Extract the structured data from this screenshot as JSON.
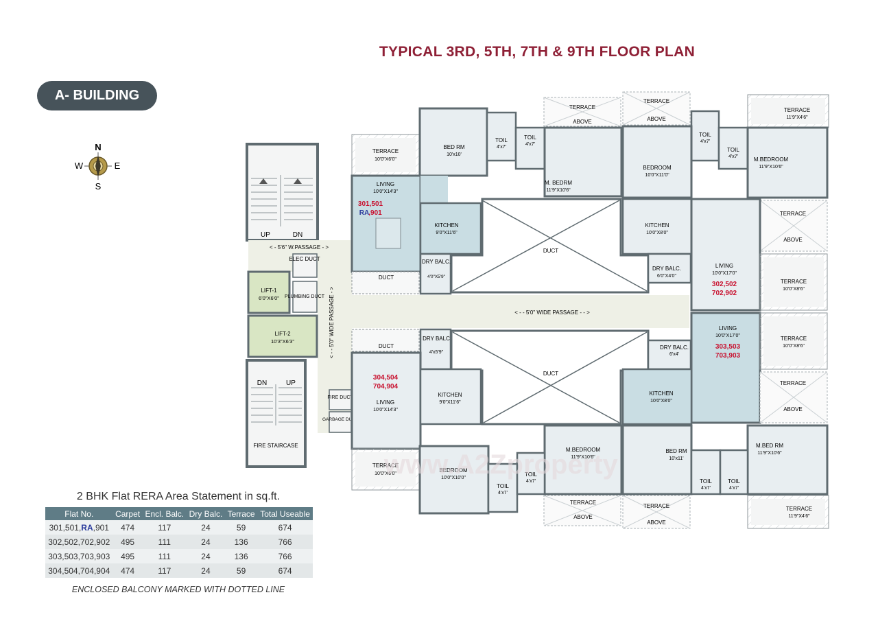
{
  "title": "TYPICAL 3RD, 5TH, 7TH & 9TH FLOOR PLAN",
  "building": "A- BUILDING",
  "compass": {
    "n": "N",
    "s": "S",
    "e": "E",
    "w": "W"
  },
  "colors": {
    "title": "#8e1f35",
    "unit_label": "#c8102e",
    "wall": "#5f6b70",
    "room_fill": "#e8eef1",
    "living_fill": "#c9dde3",
    "lift_fill": "#d9e6c4",
    "passage_fill": "#eef0e6"
  },
  "core": {
    "stair1": {
      "up": "UP",
      "dn": "DN"
    },
    "w_passage": "< - 5'6\" W.PASSAGE - >",
    "elec_duct": "ELEC DUCT",
    "lift1": {
      "name": "LIFT-1",
      "dim": "6'0\"X6'0\""
    },
    "plumbing_duct": "PLUMBING DUCT",
    "lift2": {
      "name": "LIFT-2",
      "dim": "10'3\"X6'3\""
    },
    "wide_passage_v": "< - - 5'0\" WIDE PASSAGE - >",
    "wide_passage_h": "< - - 5'0\" WIDE PASSAGE - - >",
    "stair2": {
      "dn": "DN",
      "up": "UP"
    },
    "fire_staircase": "FIRE STAIRCASE",
    "fire_duct": "FIRE DUCT",
    "garbage_duct": "GARBAGE DUCT"
  },
  "units": {
    "u301": {
      "label_a": "301,501",
      "label_ra": "RA",
      "label_b": ",901"
    },
    "u302": {
      "label_a": "302,502",
      "label_b": "702,902"
    },
    "u303": {
      "label_a": "303,503",
      "label_b": "703,903"
    },
    "u304": {
      "label_a": "304,504",
      "label_b": "704,904"
    }
  },
  "rooms": {
    "terrace_nw": {
      "name": "TERRACE",
      "dim": "10'0\"X6'0\""
    },
    "bedrm_301": {
      "name": "BED RM",
      "dim": "10'x10'"
    },
    "toil_301a": {
      "name": "TOIL",
      "dim": "4'x7'"
    },
    "toil_301b": {
      "name": "TOIL",
      "dim": "4'x7'"
    },
    "terrace_above_1": {
      "name": "TERRACE",
      "sub": "ABOVE"
    },
    "terrace_above_2": {
      "name": "TERRACE",
      "sub": "ABOVE"
    },
    "toil_302a": {
      "name": "TOIL",
      "dim": "4'x7'"
    },
    "toil_302b": {
      "name": "TOIL",
      "dim": "4'x7'"
    },
    "terrace_ne": {
      "name": "TERRACE",
      "dim": "11'9\"X4'6\""
    },
    "living_301": {
      "name": "LIVING",
      "dim": "10'0\"X14'3\""
    },
    "mbedrm_301": {
      "name": "M. BEDRM",
      "dim": "11'9\"X10'6\""
    },
    "bedroom_302": {
      "name": "BEDROOM",
      "dim": "10'0\"X11'0\""
    },
    "mbedroom_302": {
      "name": "M.BEDROOM",
      "dim": "11'9\"X10'6\""
    },
    "kitchen_301": {
      "name": "KITCHEN",
      "dim": "9'0\"X11'6\""
    },
    "kitchen_302": {
      "name": "KITCHEN",
      "dim": "10'0\"X8'0\""
    },
    "terrace_above_3": {
      "name": "TERRACE",
      "sub": "ABOVE"
    },
    "duct_n": {
      "name": "DUCT"
    },
    "drybalc_301": {
      "name": "DRY BALC.",
      "dim": "4'0\"X5'9\""
    },
    "drybalc_302": {
      "name": "DRY BALC.",
      "dim": "6'0\"X4'0\""
    },
    "living_302": {
      "name": "LIVING",
      "dim": "10'0\"X17'0\""
    },
    "terrace_e1": {
      "name": "TERRACE",
      "dim": "10'0\"X8'6\""
    },
    "duct_301": {
      "name": "DUCT"
    },
    "living_303": {
      "name": "LIVING",
      "dim": "10'0\"X17'0\""
    },
    "duct_304": {
      "name": "DUCT"
    },
    "drybalc_304": {
      "name": "DRY BALC",
      "dim": "4'x5'9\""
    },
    "drybalc_303": {
      "name": "DRY BALC.",
      "dim": "6'x4'"
    },
    "terrace_e2": {
      "name": "TERRACE",
      "dim": "10'0\"X8'6\""
    },
    "duct_s": {
      "name": "DUCT"
    },
    "living_304": {
      "name": "LIVING",
      "dim": "10'0\"X14'3\""
    },
    "kitchen_304": {
      "name": "KITCHEN",
      "dim": "9'0\"X11'6\""
    },
    "kitchen_303": {
      "name": "KITCHEN",
      "dim": "10'0\"X8'0\""
    },
    "terrace_above_4": {
      "name": "TERRACE",
      "sub": "ABOVE"
    },
    "mbedroom_304": {
      "name": "M.BEDROOM",
      "dim": "11'9\"X10'6\""
    },
    "bedrm_303": {
      "name": "BED RM",
      "dim": "10'x11'"
    },
    "mbedrm_303": {
      "name": "M.BED RM",
      "dim": "11'9\"X10'6\""
    },
    "terrace_sw": {
      "name": "TERRACE",
      "dim": "10'0\"X6'0\""
    },
    "bedroom_304": {
      "name": "BEDROOM",
      "dim": "10'0\"X10'0\""
    },
    "toil_304a": {
      "name": "TOIL",
      "dim": "4'x7'"
    },
    "toil_304b": {
      "name": "TOIL",
      "dim": "4'x7'"
    },
    "toil_303a": {
      "name": "TOIL",
      "dim": "4'x7'"
    },
    "toil_303b": {
      "name": "TOIL",
      "dim": "4'x7'"
    },
    "terrace_above_5": {
      "name": "TERRACE",
      "sub": "ABOVE"
    },
    "terrace_above_6": {
      "name": "TERRACE",
      "sub": "ABOVE"
    },
    "terrace_se": {
      "name": "TERRACE",
      "dim": "11'9\"X4'6\""
    }
  },
  "rera": {
    "title": "2 BHK Flat RERA Area Statement in sq.ft.",
    "headers": [
      "Flat No.",
      "Carpet",
      "Encl. Balc.",
      "Dry Balc.",
      "Terrace",
      "Total Useable"
    ],
    "rows": [
      {
        "flat_a": "301,501,",
        "flat_ra": "RA",
        "flat_b": ",901",
        "carpet": "474",
        "encl": "117",
        "dry": "24",
        "terrace": "59",
        "total": "674"
      },
      {
        "flat_a": "302,502,702,902",
        "flat_ra": "",
        "flat_b": "",
        "carpet": "495",
        "encl": "111",
        "dry": "24",
        "terrace": "136",
        "total": "766"
      },
      {
        "flat_a": "303,503,703,903",
        "flat_ra": "",
        "flat_b": "",
        "carpet": "495",
        "encl": "111",
        "dry": "24",
        "terrace": "136",
        "total": "766"
      },
      {
        "flat_a": "304,504,704,904",
        "flat_ra": "",
        "flat_b": "",
        "carpet": "474",
        "encl": "117",
        "dry": "24",
        "terrace": "59",
        "total": "674"
      }
    ],
    "footnote": "ENCLOSED BALCONY MARKED WITH DOTTED LINE"
  },
  "watermark": "www.A2Zproperty"
}
